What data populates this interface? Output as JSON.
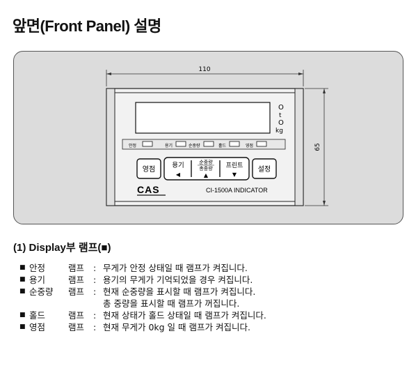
{
  "title": "앞면(Front Panel) 설명",
  "dimensions": {
    "width": "110",
    "height": "65"
  },
  "panel": {
    "display_labels": {
      "o_upper": "O",
      "t": "t",
      "o_lower": "O",
      "kg": "kg"
    },
    "lamps": [
      "안정",
      "용기",
      "순중량",
      "홀드",
      "영점"
    ],
    "buttons": {
      "zero": "영점",
      "tare_label": "용기",
      "tare_arrow": "◀",
      "net_gross_top": "순중량",
      "net_gross_bottom": "총중량",
      "net_gross_arrow": "▲",
      "print_label": "프린트",
      "print_arrow": "▼",
      "setup": "설정"
    },
    "brand": "CAS",
    "model": "CI-1500A INDICATOR"
  },
  "section": {
    "heading": "(1) Display부 램프(■)",
    "bullet": "■",
    "lamp_word": "램프",
    "colon": ":",
    "items": [
      {
        "name": "안정",
        "desc": "무게가 안정 상태일 때 램프가 켜집니다."
      },
      {
        "name": "용기",
        "desc": "용기의 무게가 기억되었을 경우 켜집니다."
      },
      {
        "name": "순중량",
        "desc": "현재 순중량을 표시할 때 램프가 켜집니다.",
        "desc2": "총 중량을 표시할 때 램프가 꺼집니다."
      },
      {
        "name": "홀드",
        "desc": "현재 상태가 홀드 상태일 때 램프가 켜집니다."
      },
      {
        "name": "영점",
        "desc": "현재 무게가 0kg 일 때 램프가 켜집니다."
      }
    ]
  }
}
